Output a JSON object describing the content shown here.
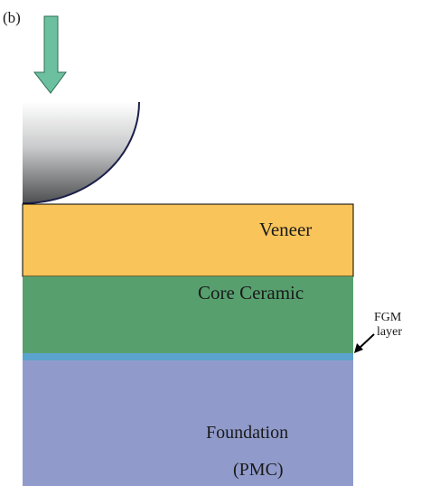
{
  "panel_label": "(b)",
  "layers": {
    "veneer": {
      "label": "Veneer",
      "color": "#F9C55A"
    },
    "core": {
      "label": "Core Ceramic",
      "color": "#57A06E"
    },
    "fgm": {
      "color": "#5BA3CF"
    },
    "foundation": {
      "label_line1": "Foundation",
      "label_line2": "(PMC)",
      "color": "#919BCB"
    }
  },
  "annotation": {
    "line1": "FGM",
    "line2": "layer"
  },
  "indenter": {
    "arrow_color": "#6CC0A0"
  },
  "icons": [
    "load-arrow-icon",
    "indenter-sphere-icon",
    "annotation-arrow-icon"
  ]
}
